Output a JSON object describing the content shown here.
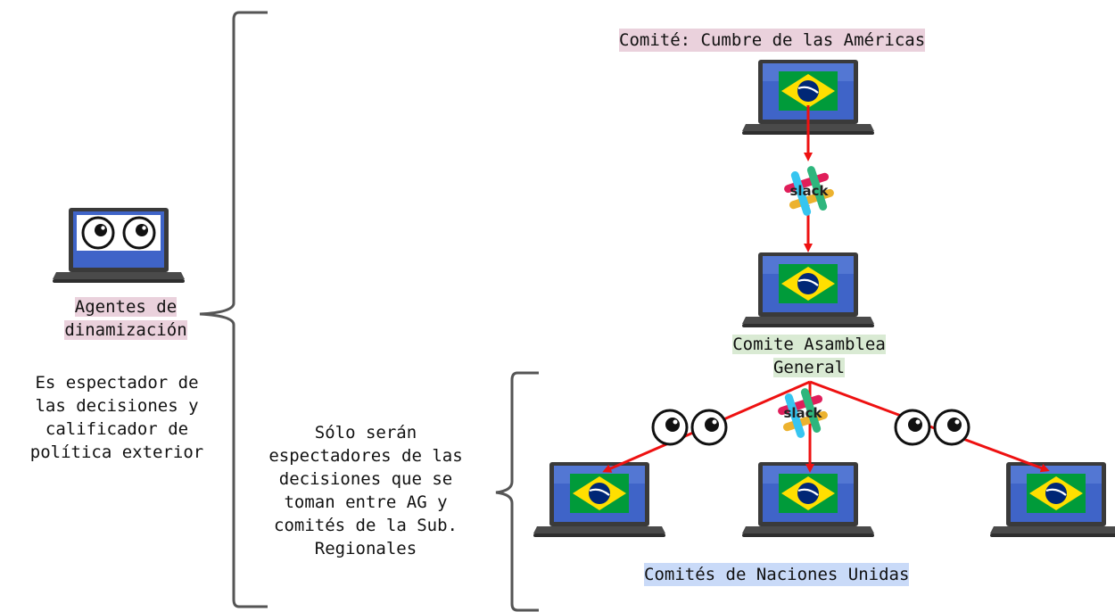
{
  "committee_top": "Comité: Cumbre de las Américas",
  "agents": {
    "label_line1": "Agentes de",
    "label_line2": "dinamización",
    "description_lines": [
      "Es espectador de",
      "las decisiones y",
      "calificador de",
      "política exterior"
    ]
  },
  "general_assembly": {
    "label_line1": "Comite Asamblea",
    "label_line2": "General"
  },
  "spectators_note_lines": [
    "Sólo serán",
    "espectadores de las",
    "decisiones que se",
    "toman entre AG y",
    "comités de la Sub.",
    "Regionales"
  ],
  "un_committees_label": "Comités de Naciones Unidas",
  "slack_text": "slack",
  "icons": [
    "laptop-icon",
    "brazil-flag-icon",
    "eyes-icon",
    "slack-icon",
    "arrow-icon",
    "brace-icon"
  ],
  "colors": {
    "arrow": "#ee1111",
    "highlight_pink": "#ead1dc",
    "highlight_green": "#d9ead3",
    "highlight_blue": "#c9daf8",
    "flag_green": "#009b3a",
    "flag_yellow": "#ffdf00",
    "flag_blue": "#002776"
  }
}
